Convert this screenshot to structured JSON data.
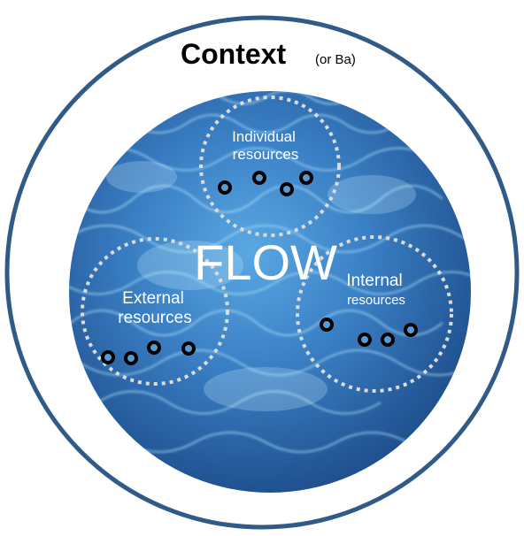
{
  "context": {
    "title": "Context",
    "subtitle": "(or Ba)"
  },
  "center_label": "FLOW",
  "groups": {
    "individual": {
      "line1": "Individual",
      "line2": "resources"
    },
    "external": {
      "line1": "External",
      "line2": "resources"
    },
    "internal": {
      "line1": "Internal",
      "line2": "resources"
    }
  },
  "colors": {
    "outer_ring": "#2f5b86",
    "water_dark": "#1f4d8c",
    "water_mid": "#3a7fc4",
    "water_light": "#8fd0f5",
    "dots": "#5a9ad3"
  }
}
